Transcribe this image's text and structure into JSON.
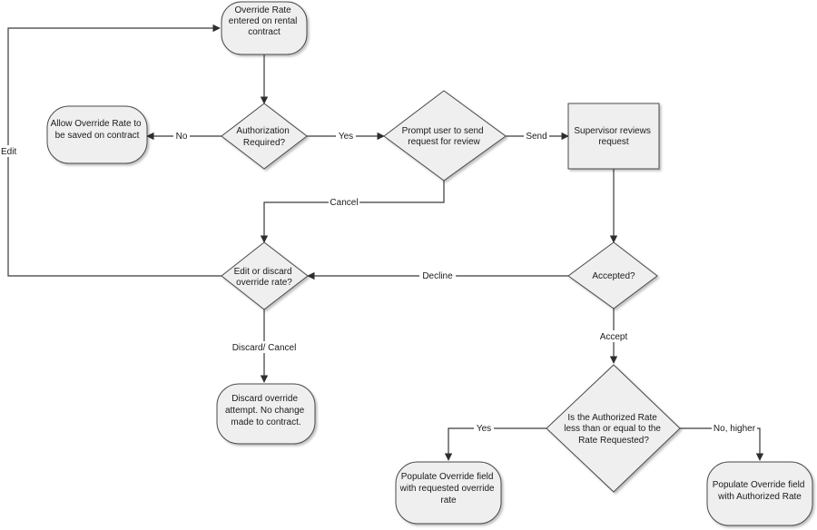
{
  "diagram": {
    "nodes": {
      "override_entered": [
        "Override Rate",
        "entered on rental",
        "contract"
      ],
      "allow_saved": [
        "Allow Override Rate to",
        "be saved on contract"
      ],
      "auth_required": [
        "Authorization",
        "Required?"
      ],
      "prompt_send": [
        "Prompt user to send",
        "request for review"
      ],
      "supervisor_reviews": [
        "Supervisor reviews",
        "request"
      ],
      "edit_or_discard": [
        "Edit or discard",
        "override rate?"
      ],
      "accepted": [
        "Accepted?"
      ],
      "discard_attempt": [
        "Discard override",
        "attempt. No change",
        "made to contract."
      ],
      "rate_compare": [
        "Is the Authorized Rate",
        "less than or equal to the",
        "Rate Requested?"
      ],
      "populate_requested": [
        "Populate Override field",
        "with requested override",
        "rate"
      ],
      "populate_authorized": [
        "Populate Override field",
        "with Authorized Rate"
      ]
    },
    "edges": {
      "no": "No",
      "yes": "Yes",
      "send": "Send",
      "cancel": "Cancel",
      "decline": "Decline",
      "edit": "Edit",
      "discard_cancel": "Discard/ Cancel",
      "accept": "Accept",
      "yes2": "Yes",
      "no_higher": "No, higher"
    }
  }
}
